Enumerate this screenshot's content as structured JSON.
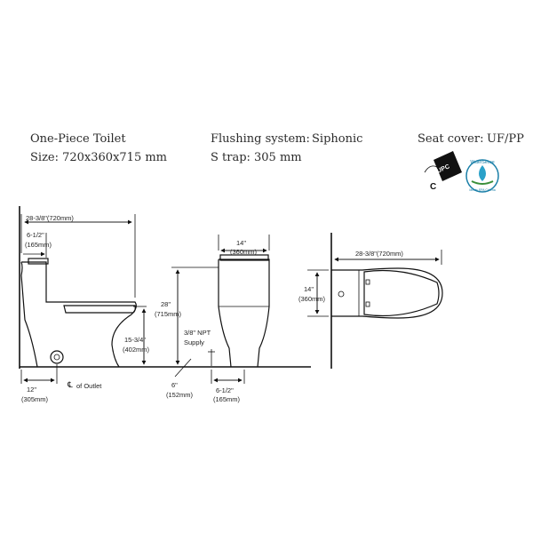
{
  "specs": {
    "product": "One-Piece Toilet",
    "size": "Size:  720x360x715 mm",
    "flushing_label": "Flushing system:",
    "flushing_value": "Siphonic",
    "strap_label": "S trap:",
    "strap_value": "305 mm",
    "seat_label": "Seat cover:",
    "seat_value": "UF/PP"
  },
  "certifications": {
    "upc_text": "UPC",
    "c_mark": "C",
    "watersense_ring": "WaterSense",
    "watersense_sub": "Meets EPA Criteria"
  },
  "dimensions": {
    "side_length_top": "28-3/8\"(720mm)",
    "side_tank_in": "6-1/2\"",
    "side_tank_mm": "(165mm)",
    "side_height_in": "28\"",
    "side_height_mm": "(715mm)",
    "side_rim_in": "15-3/4\"",
    "side_rim_mm": "(402mm)",
    "rough_in_in": "12\"",
    "rough_in_mm": "(305mm)",
    "outlet_label": "of Outlet",
    "supply_label_1": "3/8\" NPT",
    "supply_label_2": "Supply",
    "supply_side_in": "6\"",
    "supply_side_mm": "(152mm)",
    "front_width_in": "14\"",
    "front_width_mm": "(360mm)",
    "front_base_in": "6-1/2\"",
    "front_base_mm": "(165mm)",
    "top_length": "28-3/8\"(720mm)",
    "top_width_in": "14\"",
    "top_width_mm": "(360mm)"
  }
}
